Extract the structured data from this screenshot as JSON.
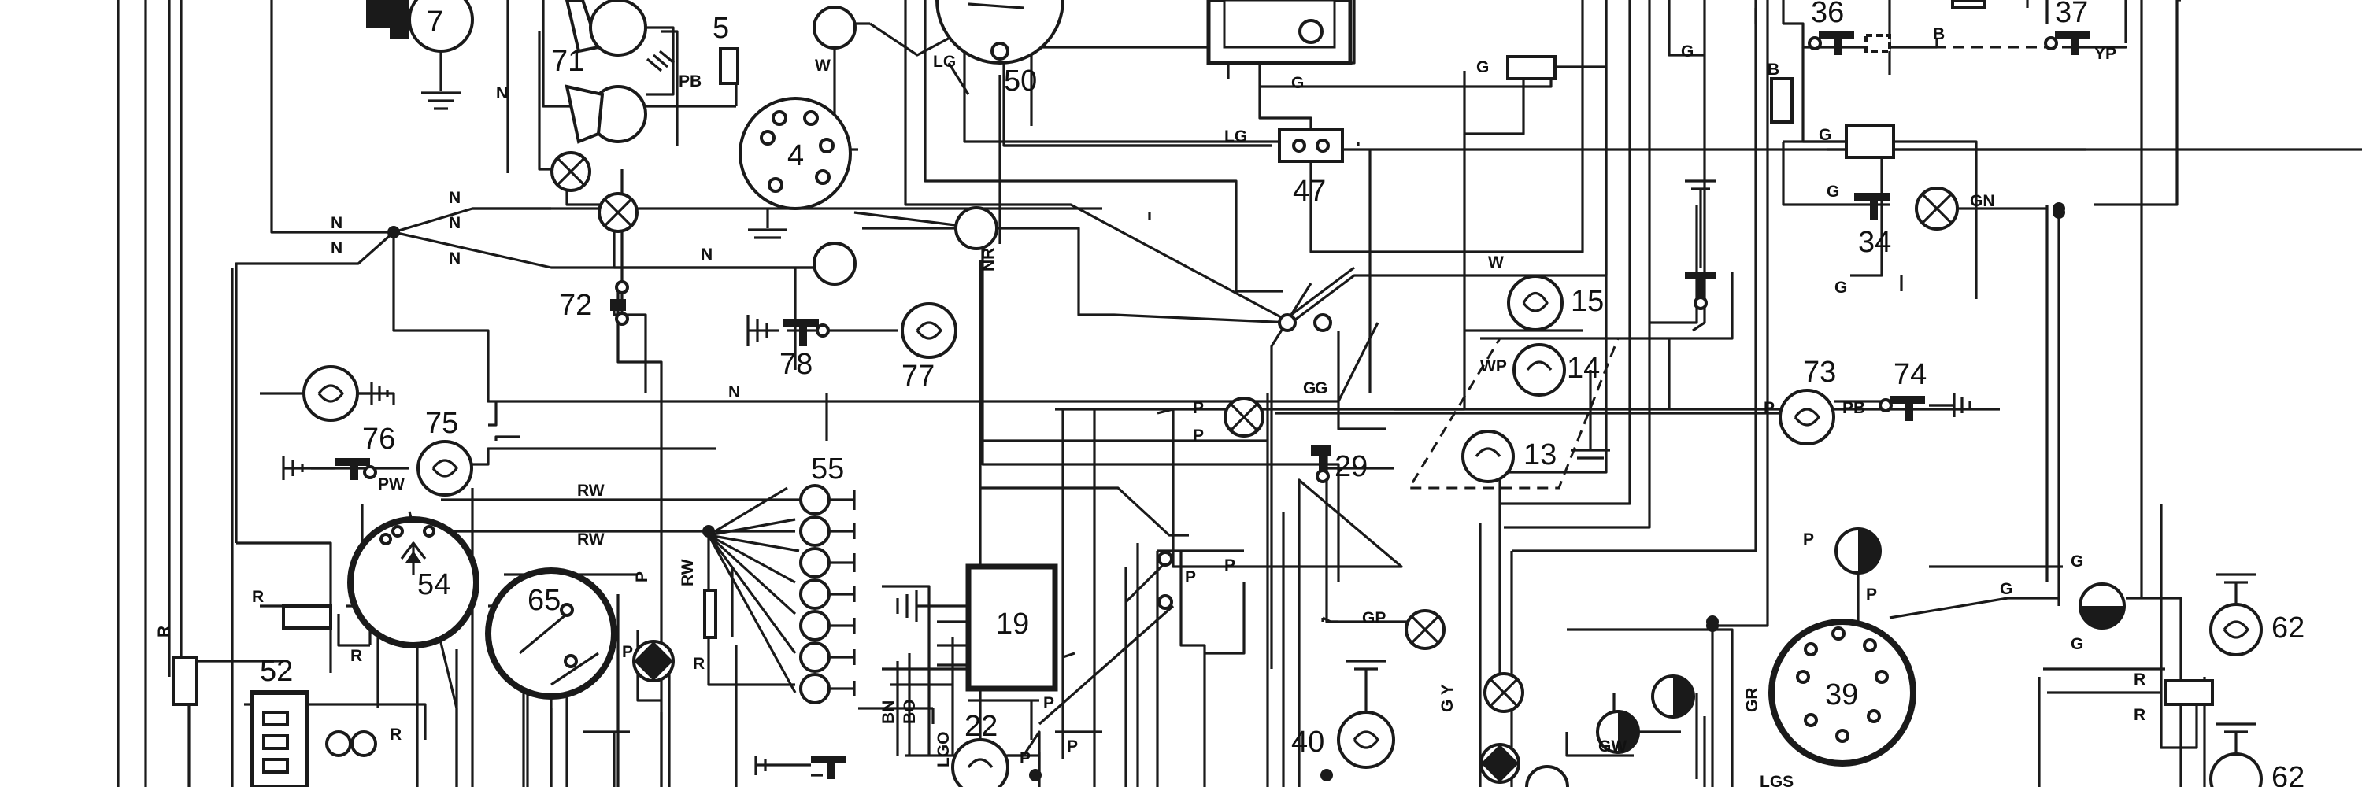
{
  "component_numbers": {
    "n4": "4",
    "n5": "5",
    "n7": "7",
    "n13": "13",
    "n14": "14",
    "n15": "15",
    "n19": "19",
    "n22": "22",
    "n29": "29",
    "n34": "34",
    "n36": "36",
    "n37": "37",
    "n39": "39",
    "n40": "40",
    "n47": "47",
    "n50": "50",
    "n52": "52",
    "n54": "54",
    "n55": "55",
    "n62a": "62",
    "n62b": "62",
    "n65": "65",
    "n71": "71",
    "n72": "72",
    "n73": "73",
    "n74": "74",
    "n75": "75",
    "n76": "76",
    "n77": "77",
    "n78": "78"
  },
  "wire_codes": {
    "N": "N",
    "G": "G",
    "LG": "LG",
    "W": "W",
    "P": "P",
    "R": "R",
    "B": "B",
    "PB": "PB",
    "PW": "PW",
    "RW": "RW",
    "WP": "WP",
    "GP": "GP",
    "GN": "GN",
    "GR": "GR",
    "GW": "GW",
    "GY": "G Y",
    "YP": "YP",
    "BN": "BN",
    "BO": "BO",
    "LGO": "LGO",
    "LGS": "LGS",
    "NR": "NR"
  },
  "colors": {
    "ink": "#1a1a1a",
    "paper": "#ffffff"
  }
}
